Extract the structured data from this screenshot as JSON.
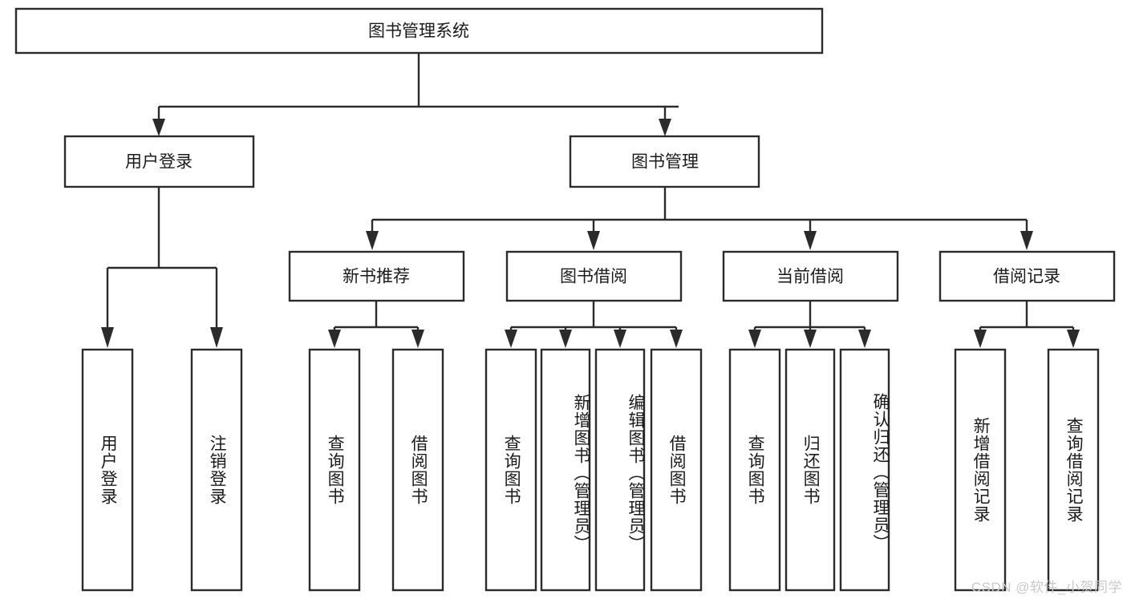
{
  "diagram": {
    "title": "图书管理系统",
    "type": "hierarchy-tree",
    "watermark": "CSDN @软件_小贺同学",
    "colors": {
      "stroke": "#2b2b2b",
      "fill": "#ffffff",
      "text": "#1b1b1b",
      "watermark": "#c9c9c9"
    },
    "root": {
      "label": "图书管理系统"
    },
    "level2": [
      {
        "label": "用户登录"
      },
      {
        "label": "图书管理"
      }
    ],
    "level3": [
      {
        "label": "新书推荐"
      },
      {
        "label": "图书借阅"
      },
      {
        "label": "当前借阅"
      },
      {
        "label": "借阅记录"
      }
    ],
    "leaves": {
      "user_login": [
        {
          "label": "用户登录"
        },
        {
          "label": "注销登录"
        }
      ],
      "new_book": [
        {
          "label": "查询图书"
        },
        {
          "label": "借阅图书"
        }
      ],
      "book_borrow": [
        {
          "label": "查询图书"
        },
        {
          "label": "新增图书（管理员）"
        },
        {
          "label": "编辑图书（管理员）"
        },
        {
          "label": "借阅图书"
        }
      ],
      "current_borrow": [
        {
          "label": "查询图书"
        },
        {
          "label": "归还图书"
        },
        {
          "label": "确认归还（管理员）"
        }
      ],
      "borrow_record": [
        {
          "label": "新增借阅记录"
        },
        {
          "label": "查询借阅记录"
        }
      ]
    }
  }
}
